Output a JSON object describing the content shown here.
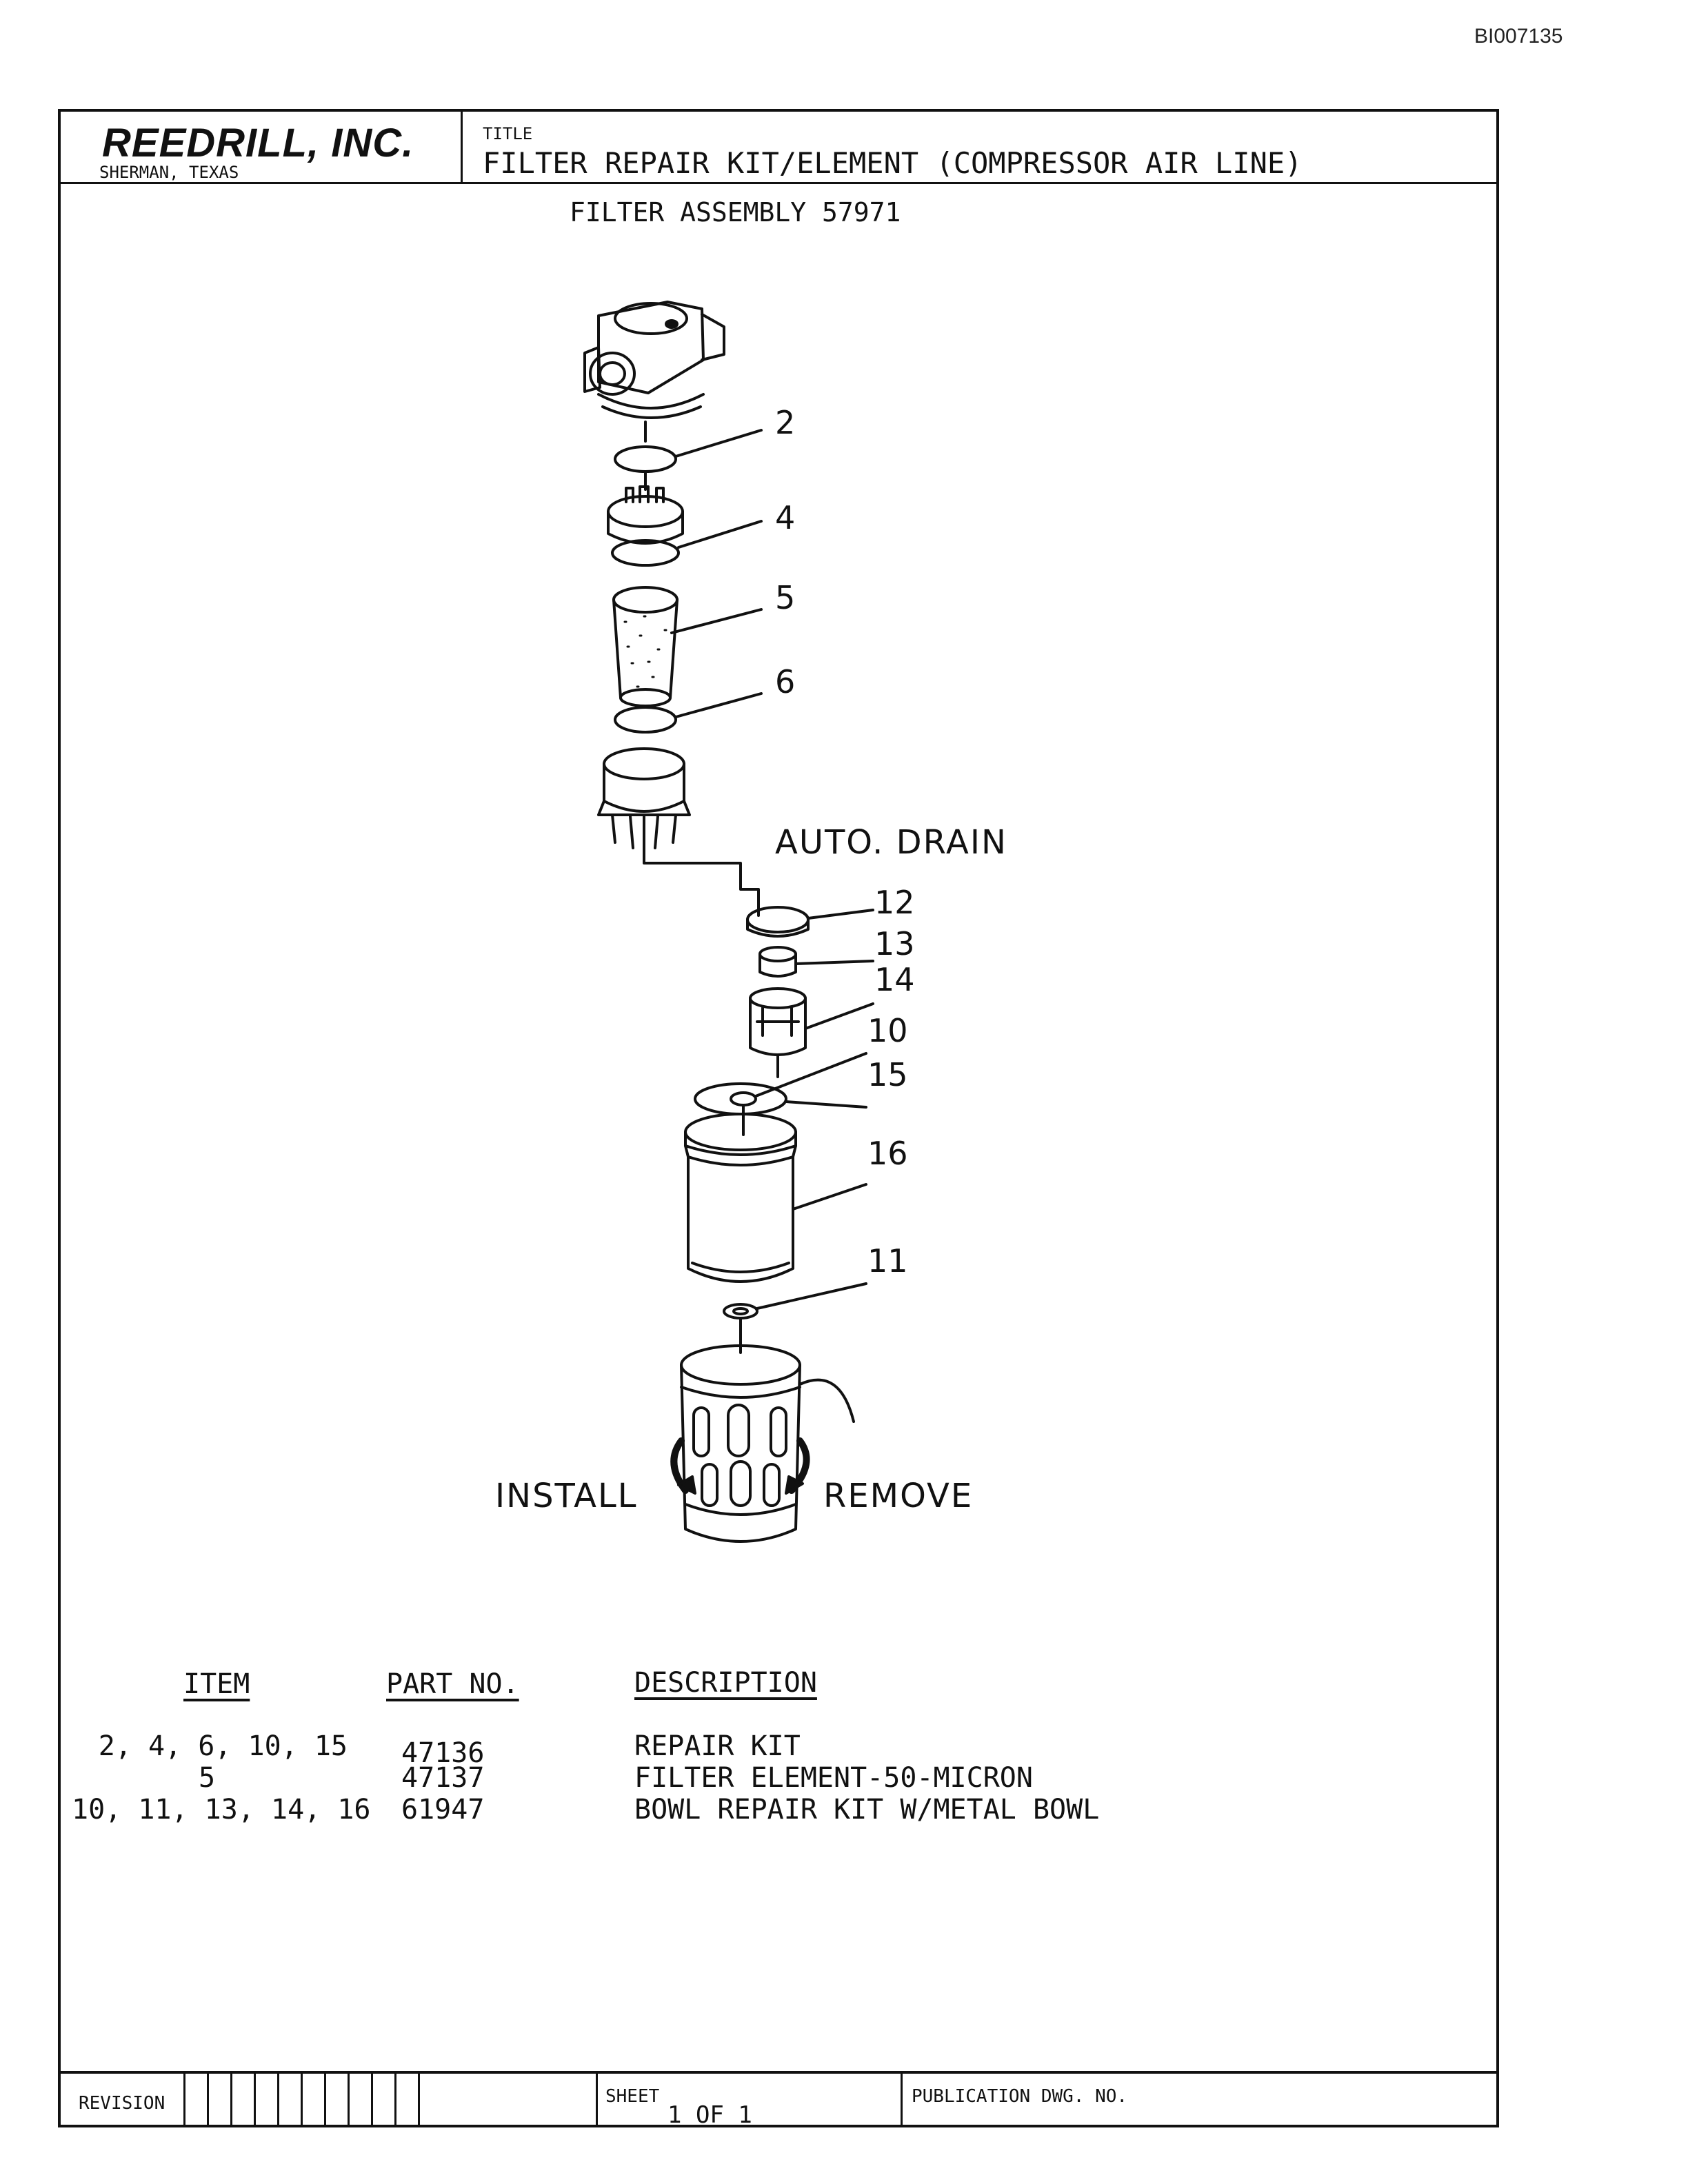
{
  "document_id": "BI007135",
  "header": {
    "company": "REEDRILL, INC.",
    "location": "SHERMAN, TEXAS",
    "title_label": "TITLE",
    "title": "FILTER REPAIR KIT/ELEMENT (COMPRESSOR AIR LINE)"
  },
  "subtitle": "FILTER ASSEMBLY 57971",
  "drawing": {
    "callouts": [
      "2",
      "4",
      "5",
      "6",
      "12",
      "13",
      "14",
      "10",
      "15",
      "16",
      "11"
    ],
    "auto_drain": "AUTO. DRAIN",
    "install": "INSTALL",
    "remove": "REMOVE"
  },
  "parts_table": {
    "headers": [
      "ITEM",
      "PART NO.",
      "DESCRIPTION"
    ],
    "rows": [
      {
        "item": "2, 4, 6, 10, 15",
        "part": "47136",
        "description": "REPAIR KIT"
      },
      {
        "item": "5",
        "part": "47137",
        "description": "FILTER ELEMENT-50-MICRON"
      },
      {
        "item": "10, 11, 13, 14, 16",
        "part": "61947",
        "description": "BOWL REPAIR KIT W/METAL BOWL"
      }
    ]
  },
  "footer": {
    "revision_label": "REVISION",
    "sheet_label": "SHEET",
    "sheet_value": "1 OF 1",
    "publication_label": "PUBLICATION DWG. NO."
  }
}
